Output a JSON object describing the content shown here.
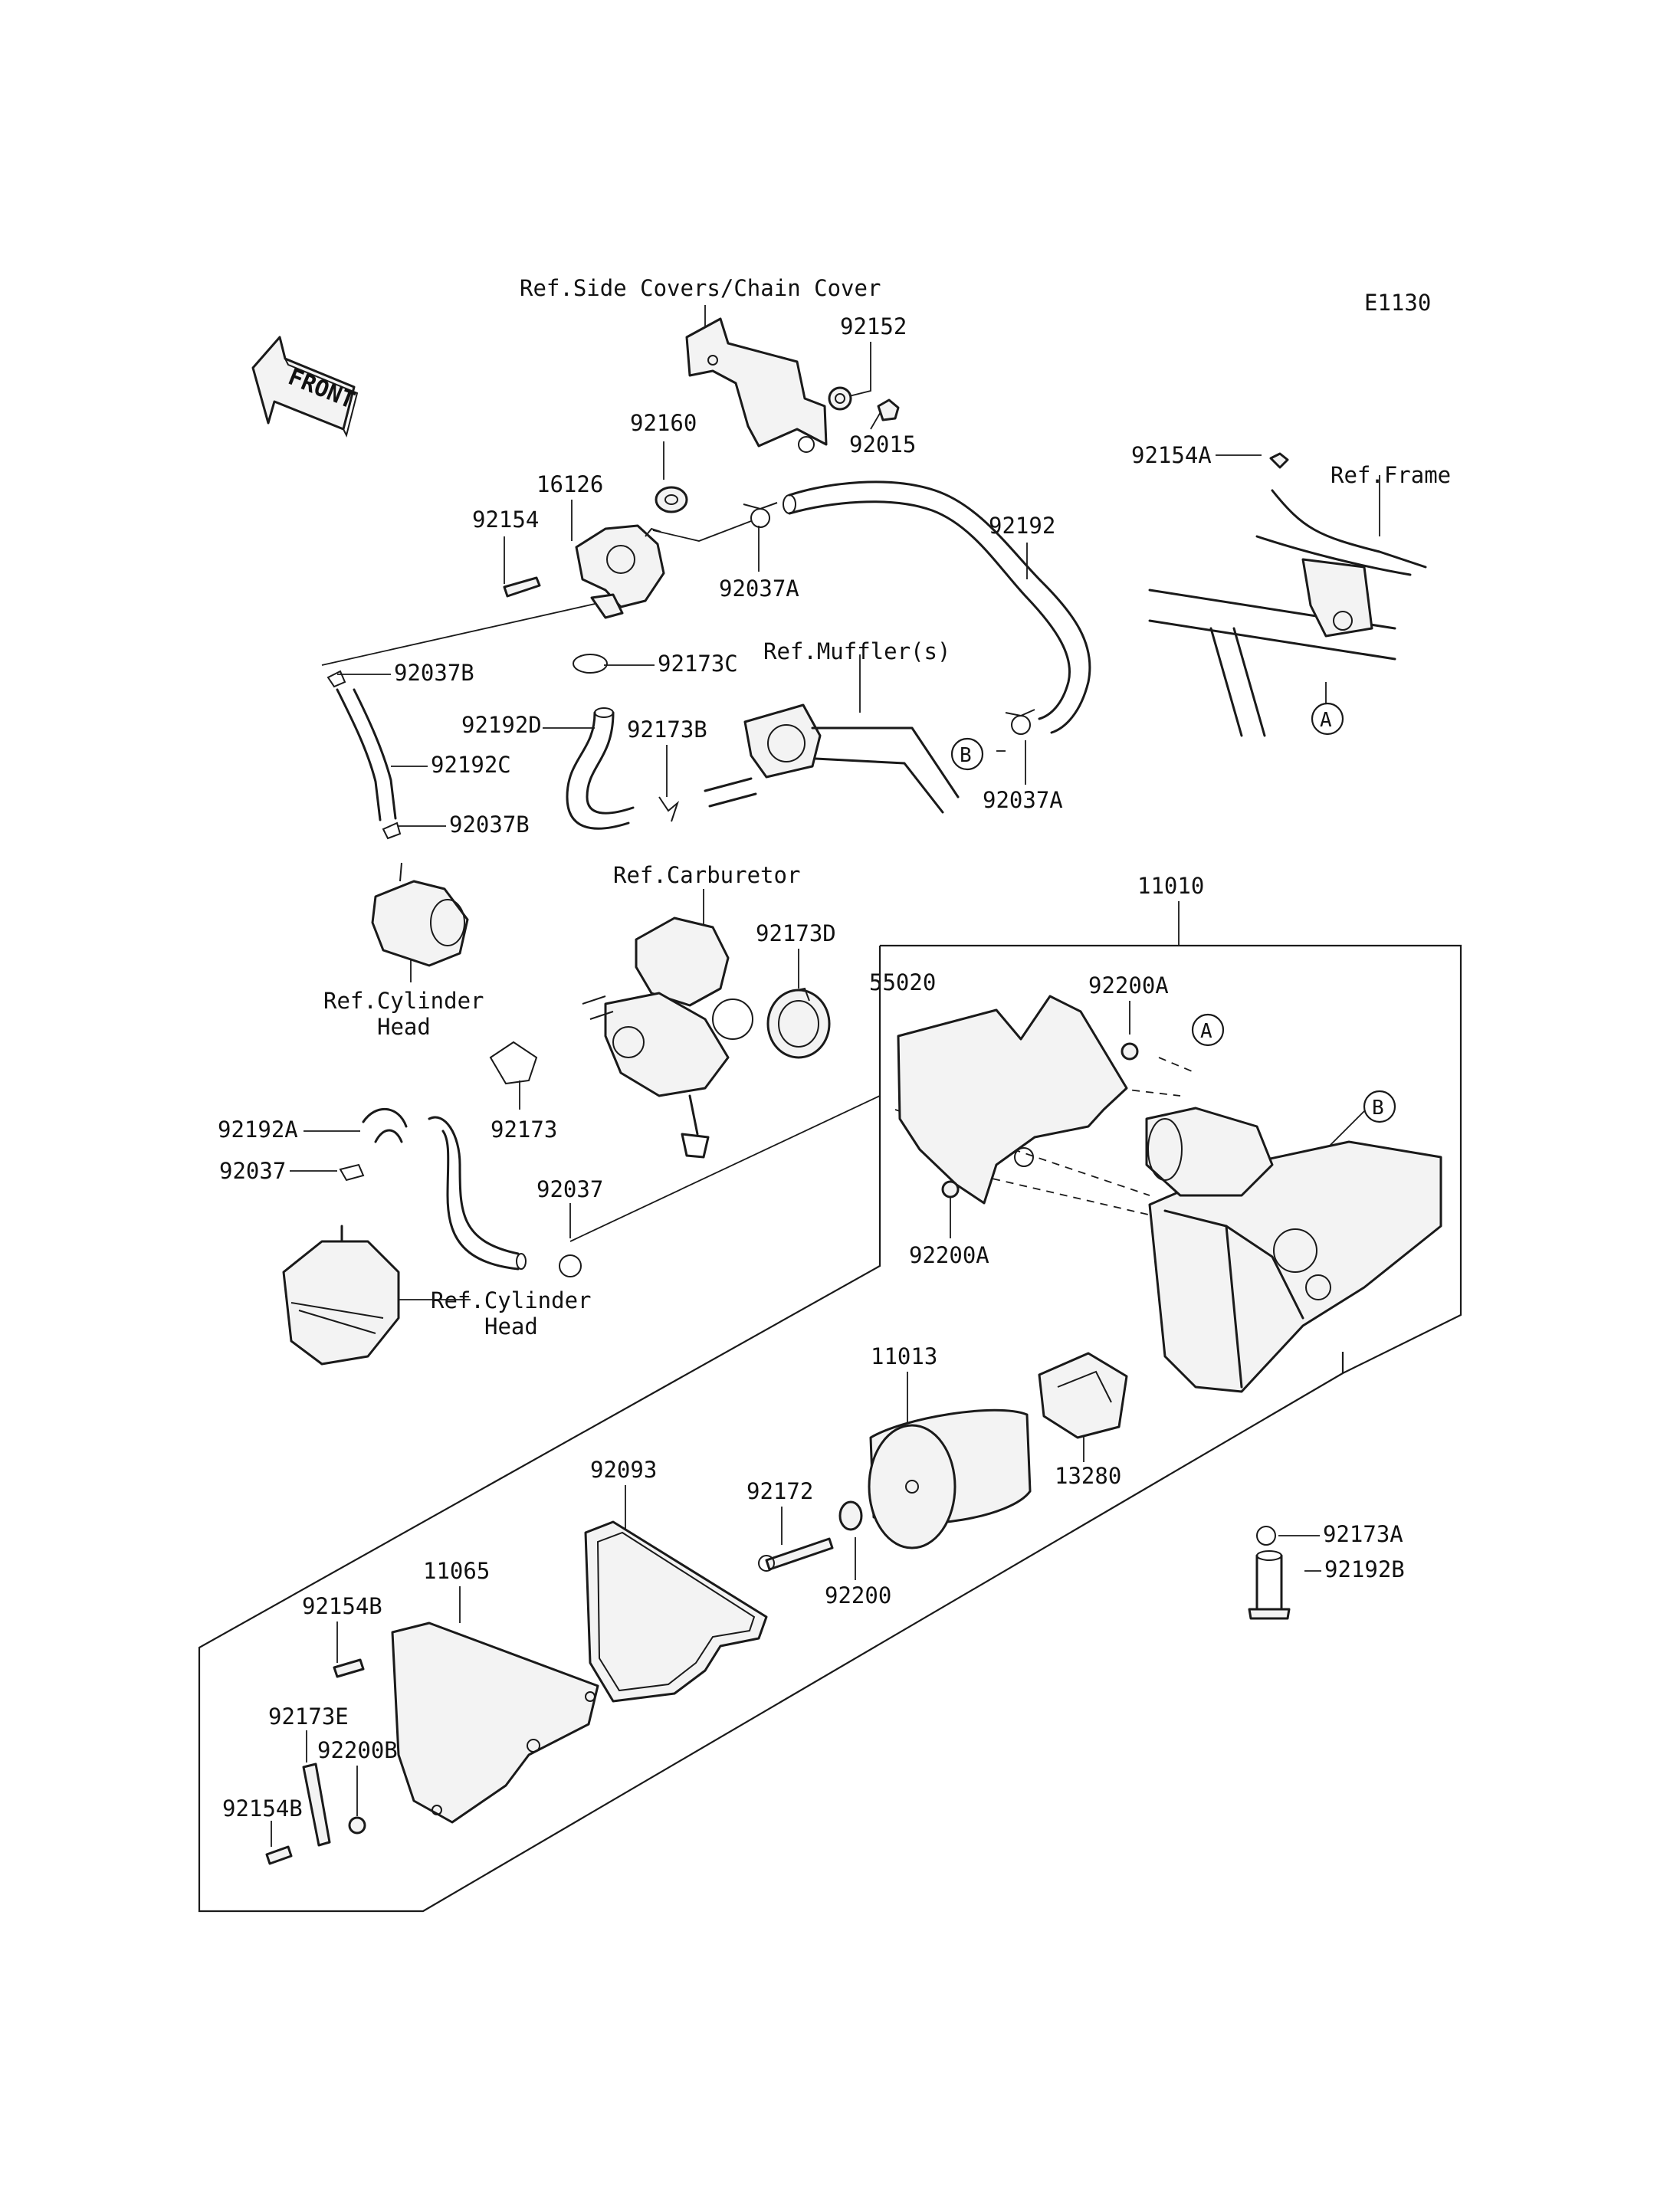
{
  "diagram_code": "E1130",
  "front_label": "FRONT",
  "ref_labels": {
    "side_covers": "Ref.Side Covers/Chain Cover",
    "frame": "Ref.Frame",
    "mufflers": "Ref.Muffler(s)",
    "carburetor": "Ref.Carburetor",
    "cylinder_head_top_line1": "Ref.Cylinder",
    "cylinder_head_top_line2": "Head",
    "cylinder_head_bottom_line1": "Ref.Cylinder",
    "cylinder_head_bottom_line2": "Head"
  },
  "markers": {
    "a": "A",
    "b": "B"
  },
  "part_numbers": {
    "p92152": "92152",
    "p92015": "92015",
    "p92160": "92160",
    "p16126": "16126",
    "p92154": "92154",
    "p92037A_upper": "92037A",
    "p92192": "92192",
    "p92154A": "92154A",
    "p92037B_upper": "92037B",
    "p92173C": "92173C",
    "p92192D": "92192D",
    "p92173B": "92173B",
    "p92192C": "92192C",
    "p92037A_lower": "92037A",
    "p92037B_lower": "92037B",
    "p11010": "11010",
    "p92173D": "92173D",
    "p55020": "55020",
    "p92200A_upper": "92200A",
    "p92192A": "92192A",
    "p92037_left": "92037",
    "p92173": "92173",
    "p92037_center": "92037",
    "p92200A_lower": "92200A",
    "p11013": "11013",
    "p13280": "13280",
    "p92093": "92093",
    "p92172": "92172",
    "p92200": "92200",
    "p92173A": "92173A",
    "p92192B": "92192B",
    "p11065": "11065",
    "p92154B_upper": "92154B",
    "p92173E": "92173E",
    "p92200B": "92200B",
    "p92154B_lower": "92154B"
  }
}
